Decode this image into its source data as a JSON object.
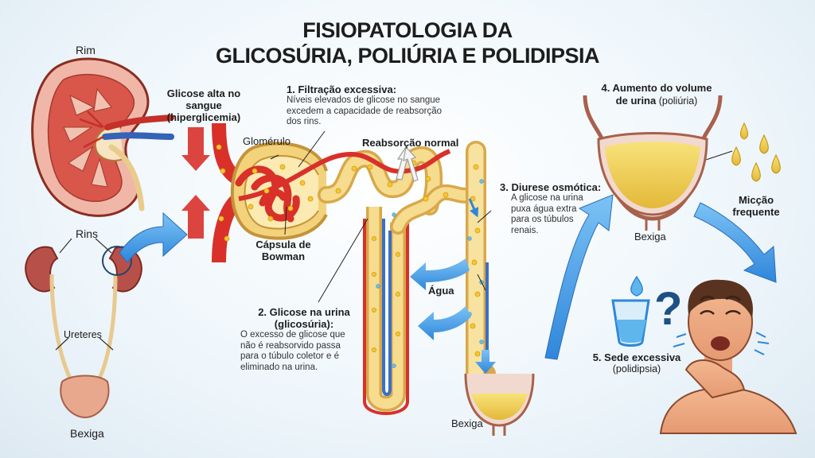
{
  "title": {
    "line1": "FISIOPATOLOGIA DA",
    "line2": "GLICOSÚRIA, POLIÚRIA E POLIDIPSIA"
  },
  "labels": {
    "rim": "Rim",
    "rins": "Rins",
    "ureteres": "Ureteres",
    "bexiga_left": "Bexiga",
    "glicose_alta_1": "Glicose alta no sangue",
    "glicose_alta_2": "(hiperglicemia)",
    "glomerulo": "Glomérulo",
    "capsula_1": "Cápsula de",
    "capsula_2": "Bowman",
    "reabsorcao_normal": "Reabsorção normal",
    "agua": "Água",
    "bexiga_center": "Bexiga",
    "bexiga_right": "Bexiga",
    "miccao_1": "Micção",
    "miccao_2": "frequente"
  },
  "steps": [
    {
      "title": "1. Filtração excessiva:",
      "lines": [
        "Níveis elevados de glicose no sangue",
        "excedem a capacidade de reabsorção",
        "dos rins."
      ]
    },
    {
      "title_1": "2. Glicose na urina",
      "title_2": "(glicosúria):",
      "lines": [
        "O excesso de glicose que",
        "não é reabsorvido passa",
        "para o túbulo coletor e é",
        "eliminado na urina."
      ]
    },
    {
      "title": "3. Diurese osmótica:",
      "lines": [
        "A glicose na urina",
        "puxa água extra",
        "para os túbulos",
        "renais."
      ]
    },
    {
      "title_1": "4. Aumento do volume",
      "title_2": "de urina",
      "title_suffix": " (poliúria)"
    },
    {
      "title": "5. Sede excessiva",
      "subtitle": "(polidipsia)"
    }
  ],
  "colors": {
    "blood": "#d9302a",
    "vein": "#3a6fc4",
    "tubule": "#f2d27a",
    "glucose": "#f6c72c",
    "arrow_blue": "#3b95e0",
    "urine": "#f0d45a"
  }
}
